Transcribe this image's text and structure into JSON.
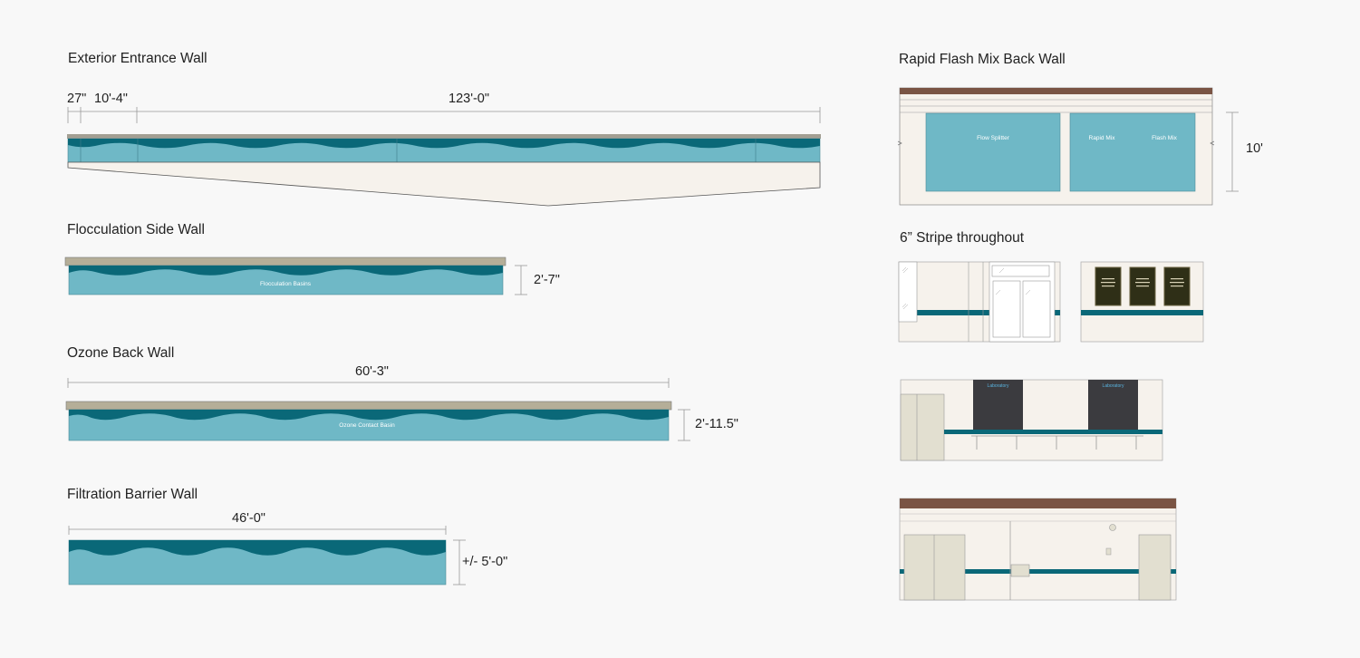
{
  "exterior_entrance_wall": {
    "title": "Exterior Entrance Wall",
    "dims": [
      "27\"",
      "10'-4\"",
      "123'-0\""
    ]
  },
  "flocculation_side_wall": {
    "title": "Flocculation Side Wall",
    "label": "Flocculation Basins",
    "dim": "2'-7\""
  },
  "ozone_back_wall": {
    "title": "Ozone Back Wall",
    "label": "Ozone Contact Basin",
    "width_dim": "60'-3\"",
    "height_dim": "2'-11.5\""
  },
  "filtration_barrier_wall": {
    "title": "Filtration Barrier Wall",
    "width_dim": "46'-0\"",
    "height_dim": "+/- 5'-0\""
  },
  "rapid_flash_mix_back_wall": {
    "title": "Rapid Flash Mix Back Wall",
    "labels": [
      "Flow Splitter",
      "Rapid Mix",
      "Flash Mix"
    ],
    "height_dim": "10'"
  },
  "stripe_section": {
    "title": "6” Stripe throughout"
  },
  "lab_signs": {
    "left": "Laboratory",
    "right": "Laboratory"
  },
  "colors": {
    "water_light": "#6fb8c6",
    "water_dark": "#0a6878",
    "cap": "#b5ae98",
    "wall": "#f6f2ec",
    "brown": "#7a5444",
    "frame": "#e2dfd0"
  }
}
